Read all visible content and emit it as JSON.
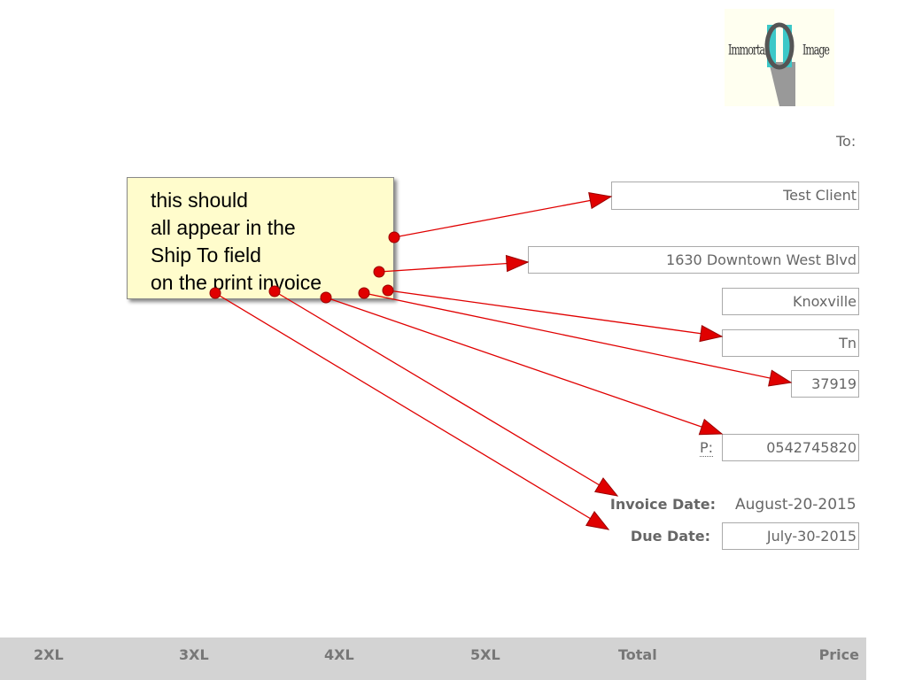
{
  "logo": {
    "left": "Immortal",
    "right": "Image"
  },
  "to_label": "To:",
  "ship_to": {
    "name": "Test Client",
    "address": "1630 Downtown West Blvd",
    "city": "Knoxville",
    "state": "Tn",
    "zip": "37919",
    "phone_label": "P:",
    "phone": "0542745820"
  },
  "invoice_date": {
    "label": "Invoice Date:",
    "value": "August-20-2015"
  },
  "due_date": {
    "label": "Due Date:",
    "value": "July-30-2015"
  },
  "annotation": {
    "lines": [
      "this should",
      "all appear in the",
      "Ship To field",
      "on the print invoice"
    ],
    "color": "#e00000"
  },
  "table_headers": [
    "2XL",
    "3XL",
    "4XL",
    "5XL",
    "Total",
    "Price"
  ]
}
